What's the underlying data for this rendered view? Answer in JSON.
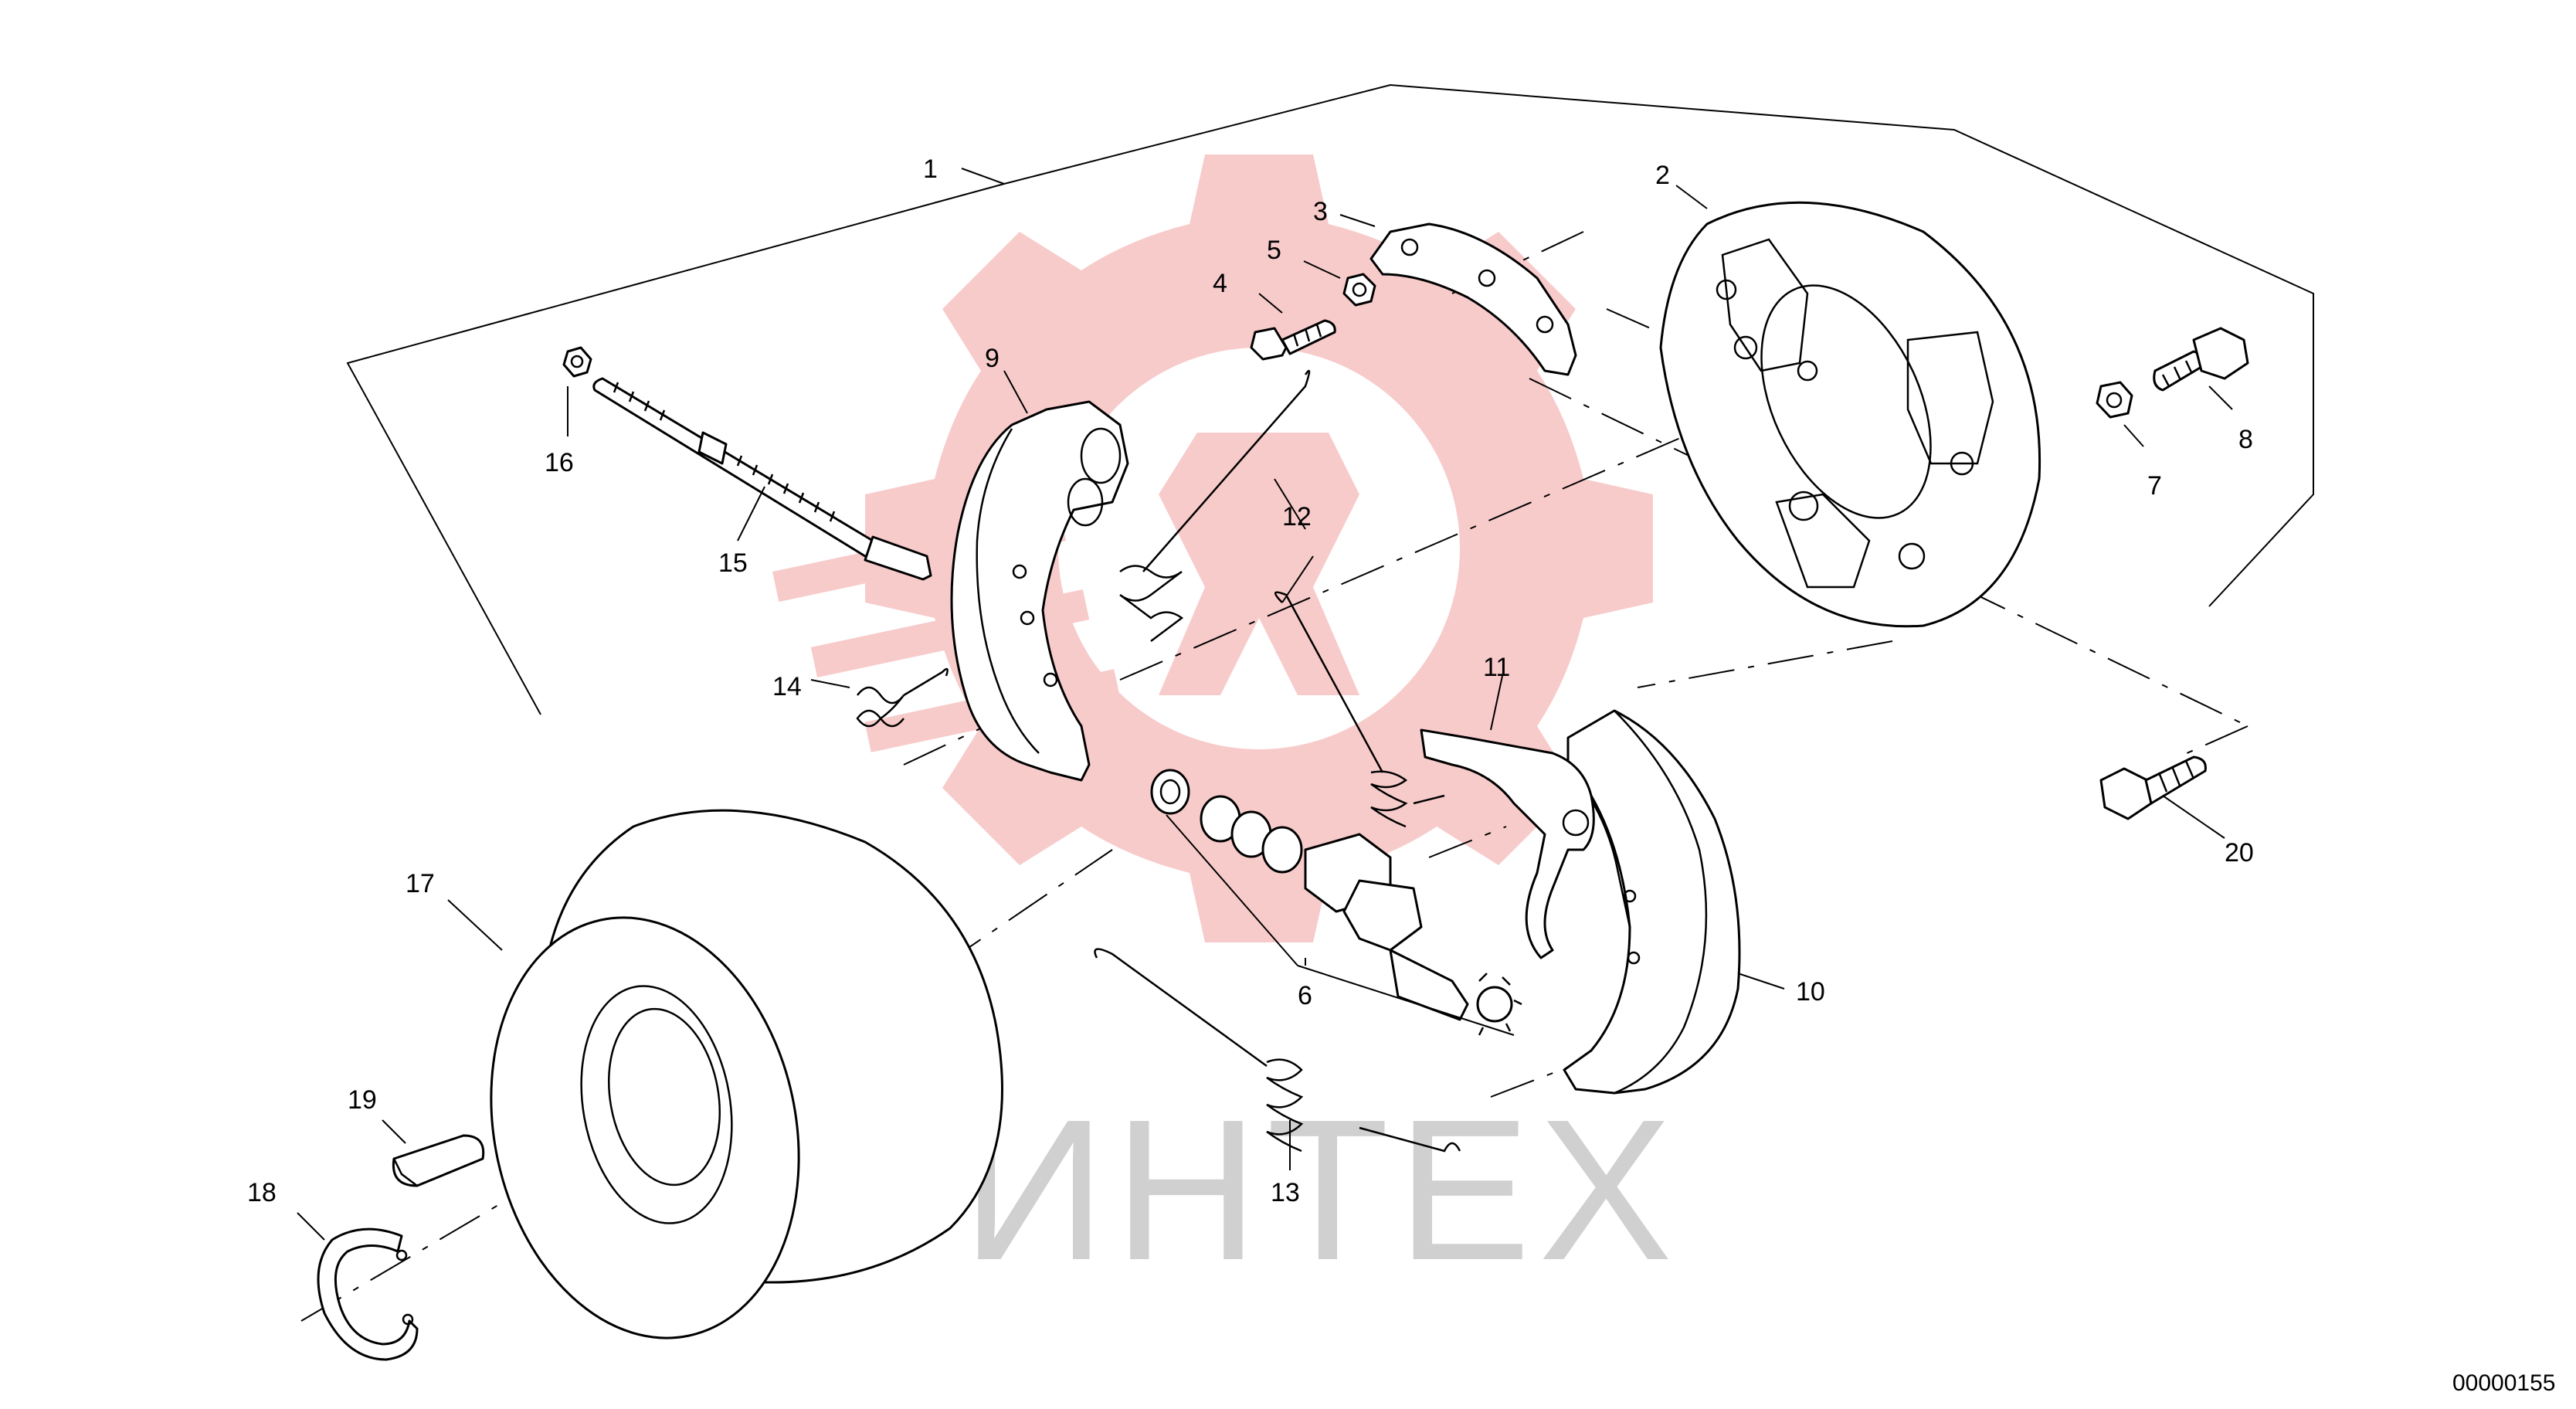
{
  "diagram": {
    "watermark_text": "ИНТЕХ",
    "image_code": "00000155",
    "callouts": [
      "1",
      "2",
      "3",
      "4",
      "5",
      "6",
      "7",
      "8",
      "9",
      "10",
      "11",
      "12",
      "13",
      "14",
      "15",
      "16",
      "17",
      "18",
      "19",
      "20"
    ]
  }
}
